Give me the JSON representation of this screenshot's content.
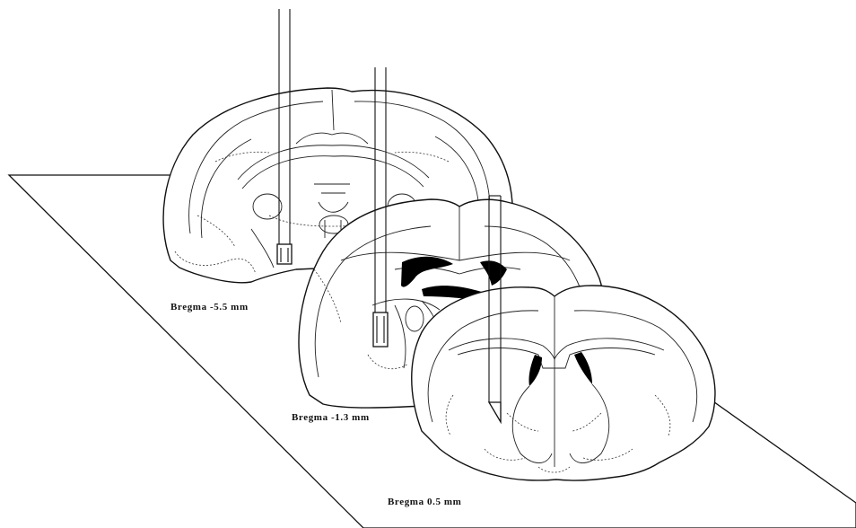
{
  "figure": {
    "sections": [
      {
        "label": "Bregma -5.5 mm"
      },
      {
        "label": "Bregma -1.3 mm"
      },
      {
        "label": "Bregma 0.5 mm"
      }
    ]
  },
  "colors": {
    "line": "#111111",
    "background": "#ffffff",
    "ventricle": "#000000"
  }
}
